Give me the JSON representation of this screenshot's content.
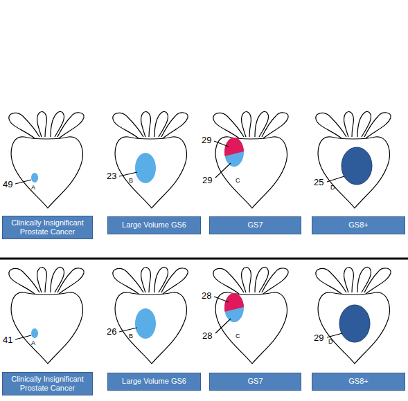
{
  "diagram": {
    "nodes": [
      {
        "text": [
          "Clinically Insignificant Prostate Cancer"
        ]
      },
      {
        "text": [
          "Large Volume GS6"
        ]
      },
      {
        "text": [
          "GS7"
        ]
      },
      {
        "text": [
          "GS8+"
        ]
      },
      {
        "text": [
          "Clinically Insignificant Prostate Cancer"
        ]
      },
      {
        "text": [
          "Large Volume GS6"
        ]
      },
      {
        "text": [
          "GS7"
        ]
      },
      {
        "text": [
          "GS8+"
        ]
      }
    ],
    "labels": [
      "49",
      "A",
      "23",
      "B",
      "29",
      "29",
      "C",
      "25",
      "D",
      "41",
      "A",
      "26",
      "B",
      "28",
      "28",
      "C",
      "29",
      "D"
    ]
  }
}
